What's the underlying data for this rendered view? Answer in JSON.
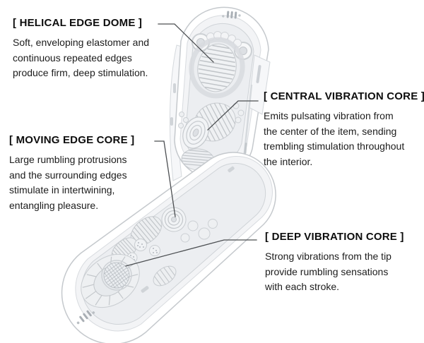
{
  "figure": {
    "description": "Opened white flip-style stimulation device shown at center, both halves open revealing textured interior cores",
    "icons": [
      "top-vent-grille",
      "tip-vent-grille",
      "hinge",
      "leader-line"
    ]
  },
  "annotations": {
    "helical": {
      "title": "[ HELICAL EDGE DOME ]",
      "body": "Soft, enveloping elastomer and\ncontinuous repeated edges\nproduce firm, deep stimulation."
    },
    "central": {
      "title": "[ CENTRAL VIBRATION CORE ]",
      "body": "Emits pulsating vibration from\nthe center of the item, sending\ntrembling stimulation throughout\nthe interior."
    },
    "moving": {
      "title": "[ MOVING EDGE CORE ]",
      "body": "Large rumbling protrusions\nand the surrounding edges\nstimulate in intertwining,\nentangling pleasure."
    },
    "deep": {
      "title": "[ DEEP VIBRATION CORE ]",
      "body": "Strong vibrations from the tip\nprovide rumbling sensations\nwith each stroke."
    }
  },
  "colors": {
    "background": "#ffffff",
    "text": "#121212",
    "leader_line": "#4c4f52",
    "shell_outline": "#c5c9cd",
    "shell_fill": "#ffffff",
    "tray_fill": "#f3f4f6",
    "cavity_fill": "#eceef1",
    "texture_line": "#c2c6ca",
    "dark_recess": "#9aa0a6",
    "vent_slit": "#a9aeb4"
  }
}
